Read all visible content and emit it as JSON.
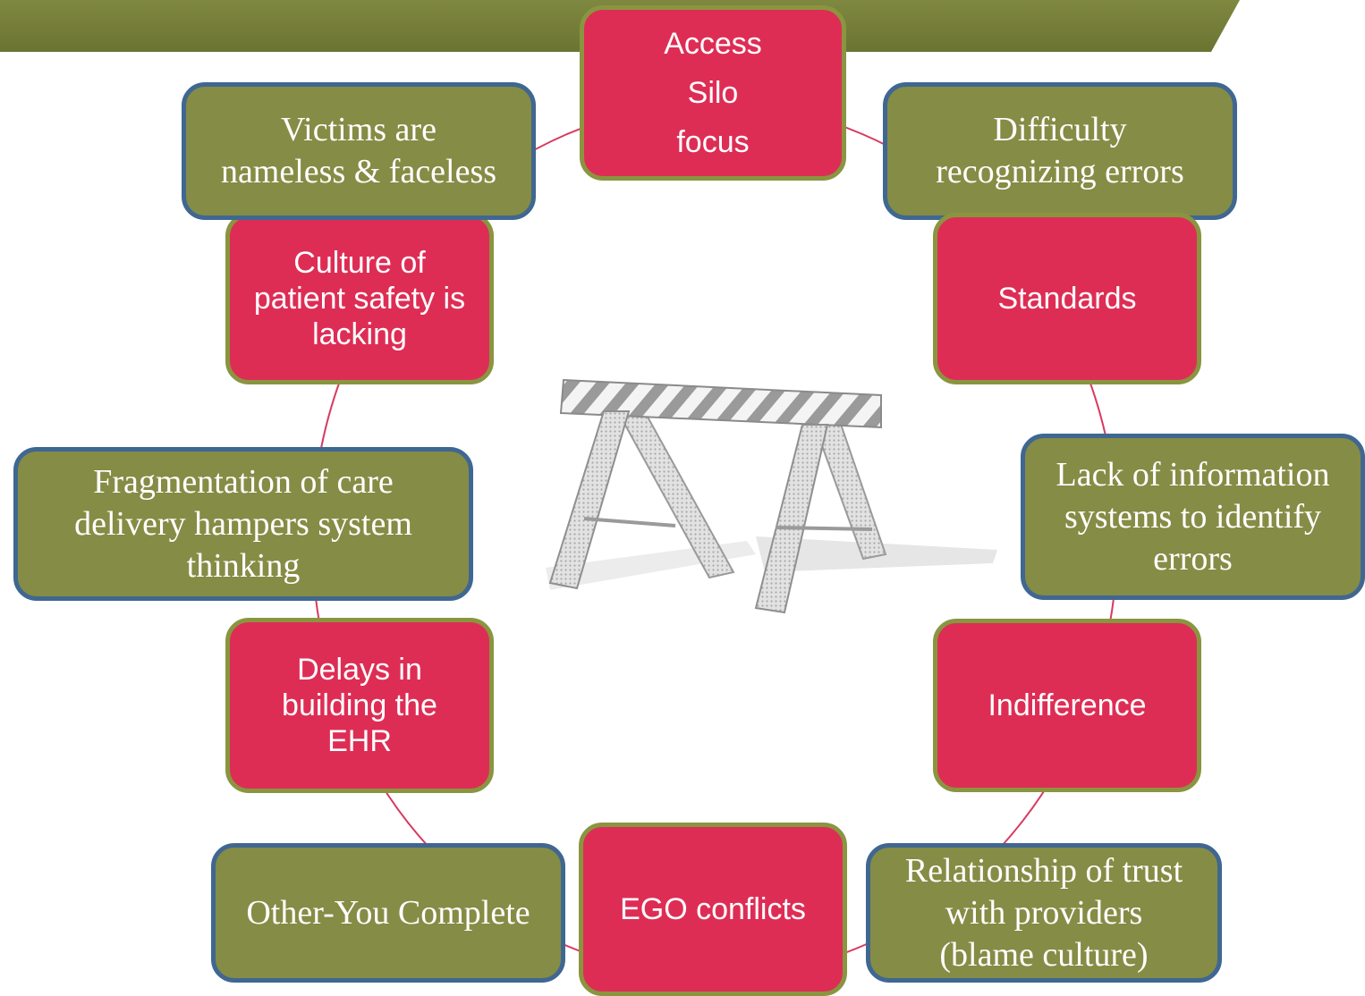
{
  "colors": {
    "banner": "#737c37",
    "red_node": "#de2d55",
    "red_node_border": "#8a9540",
    "green_node": "#858c45",
    "green_node_border": "#3f6791",
    "ring": "#d83a5f"
  },
  "barrier_icon": "road-barricade-icon",
  "nodes": [
    {
      "id": "access",
      "text": "Access\nSilo\nfocus"
    },
    {
      "id": "difficulty",
      "text": "Difficulty\nrecognizing errors"
    },
    {
      "id": "standards",
      "text": "Standards"
    },
    {
      "id": "lack_info",
      "text": "Lack of information\nsystems to identify\nerrors"
    },
    {
      "id": "indifference",
      "text": "Indifference"
    },
    {
      "id": "relationship",
      "text": "Relationship of trust\nwith providers\n(blame culture)"
    },
    {
      "id": "ego",
      "text": "EGO conflicts"
    },
    {
      "id": "other",
      "text": "Other-You Complete"
    },
    {
      "id": "delays",
      "text": "Delays in\nbuilding the\nEHR"
    },
    {
      "id": "fragmentation",
      "text": "Fragmentation of care\ndelivery hampers system\nthinking"
    },
    {
      "id": "culture",
      "text": "Culture of\npatient safety is\nlacking"
    },
    {
      "id": "victims",
      "text": "Victims are\nnameless & faceless"
    }
  ]
}
